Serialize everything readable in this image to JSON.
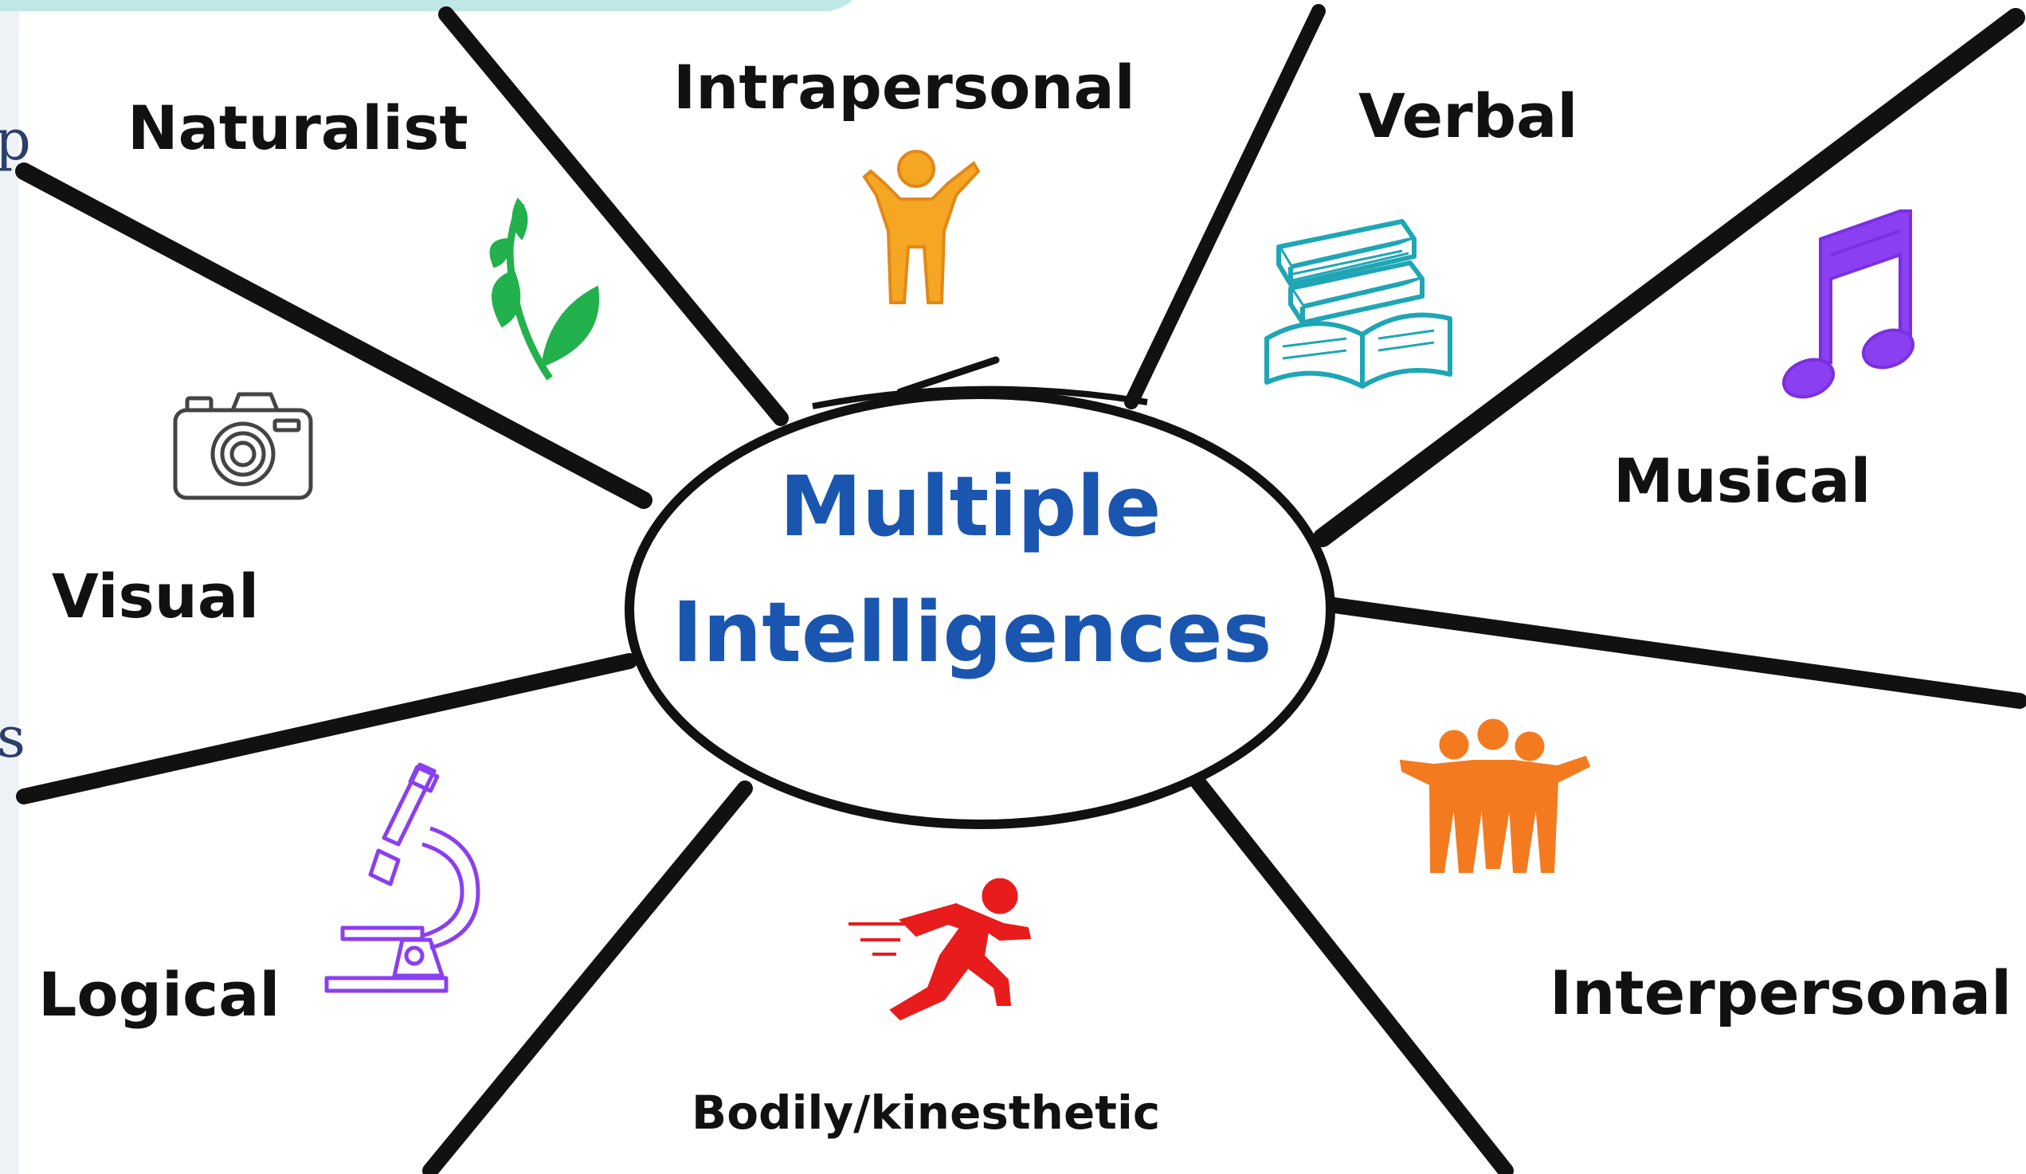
{
  "center": {
    "line1": "Multiple",
    "line2": "Intelligences",
    "color": "#1a56b0"
  },
  "categories": {
    "naturalist": "Naturalist",
    "intrapersonal": "Intrapersonal",
    "verbal": "Verbal",
    "musical": "Musical",
    "visual": "Visual",
    "logical": "Logical",
    "bodily": "Bodily/kinesthetic",
    "interpersonal": "Interpersonal"
  },
  "icons": {
    "naturalist": "plant-icon",
    "intrapersonal": "person-arms-up-icon",
    "verbal": "books-icon",
    "musical": "music-note-icon",
    "visual": "camera-icon",
    "logical": "microscope-icon",
    "bodily": "runner-icon",
    "interpersonal": "group-hug-icon"
  },
  "colors": {
    "spoke": "#111111",
    "plant": "#22b14c",
    "person": "#f5a623",
    "books": "#1fa6b5",
    "music": "#8a3ff0",
    "camera": "#444444",
    "microscope": "#8a3ff0",
    "runner": "#e81c1c",
    "group": "#f47a20",
    "top_bar": "#bfe7e6",
    "left_strip": "#eef3f7"
  },
  "edge_glyphs": {
    "top": "p",
    "bottom": "s"
  }
}
